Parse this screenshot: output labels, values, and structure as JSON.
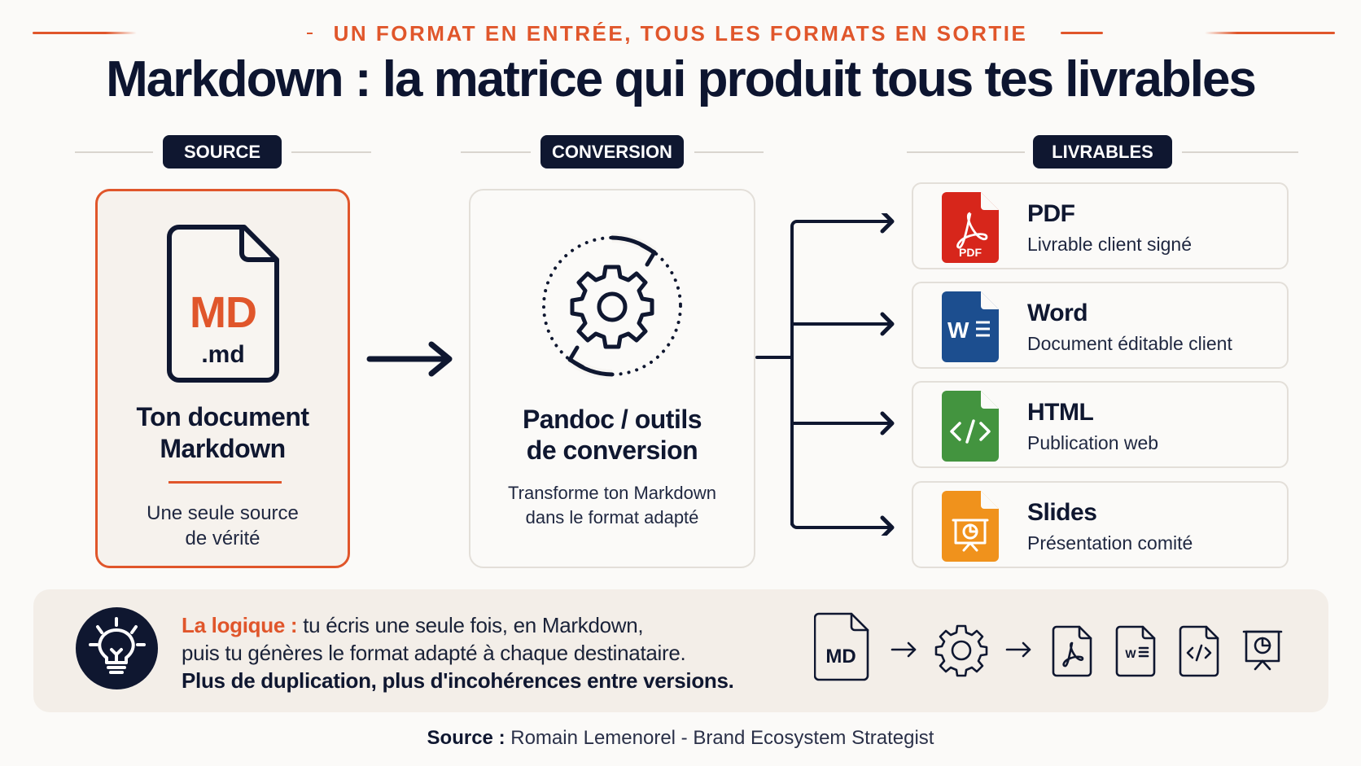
{
  "header": {
    "tagline": "UN FORMAT EN ENTRÉE, TOUS LES FORMATS EN SORTIE",
    "title": "Markdown : la matrice qui produit tous tes livrables"
  },
  "sections": {
    "source_label": "SOURCE",
    "conversion_label": "CONVERSION",
    "deliverables_label": "LIVRABLES"
  },
  "source_card": {
    "icon_text": "MD",
    "icon_ext": ".md",
    "title_line1": "Ton document",
    "title_line2": "Markdown",
    "sub_line1": "Une seule source",
    "sub_line2": "de vérité",
    "accent_color": "#e0562b"
  },
  "conversion_card": {
    "icon": "gear-cycle-icon",
    "title_line1": "Pandoc / outils",
    "title_line2": "de conversion",
    "sub_line1": "Transforme ton Markdown",
    "sub_line2": "dans le format adapté"
  },
  "deliverables": [
    {
      "name": "PDF",
      "desc": "Livrable client signé",
      "icon": "pdf-file-icon",
      "icon_label": "PDF",
      "color": "#d7261b"
    },
    {
      "name": "Word",
      "desc": "Document éditable client",
      "icon": "word-file-icon",
      "icon_label": "W",
      "color": "#1c4e8f"
    },
    {
      "name": "HTML",
      "desc": "Publication web",
      "icon": "html-file-icon",
      "icon_label": "</>",
      "color": "#43943f"
    },
    {
      "name": "Slides",
      "desc": "Présentation comité",
      "icon": "slides-file-icon",
      "icon_label": "",
      "color": "#f0921c"
    }
  ],
  "logic_panel": {
    "label": "La logique :",
    "line1": " tu écris une seule fois, en Markdown,",
    "line2": "puis tu génères le format adapté à chaque destinataire.",
    "line3": "Plus de duplication, plus d'incohérences entre versions.",
    "flow_md_label": "MD",
    "flow_icons": [
      "md-file-icon",
      "arrow-right-icon",
      "gear-icon",
      "arrow-right-icon",
      "pdf-icon",
      "word-icon",
      "code-icon",
      "presentation-icon"
    ]
  },
  "footer": {
    "label": "Source :",
    "text": " Romain Lemenorel - Brand Ecosystem Strategist"
  }
}
